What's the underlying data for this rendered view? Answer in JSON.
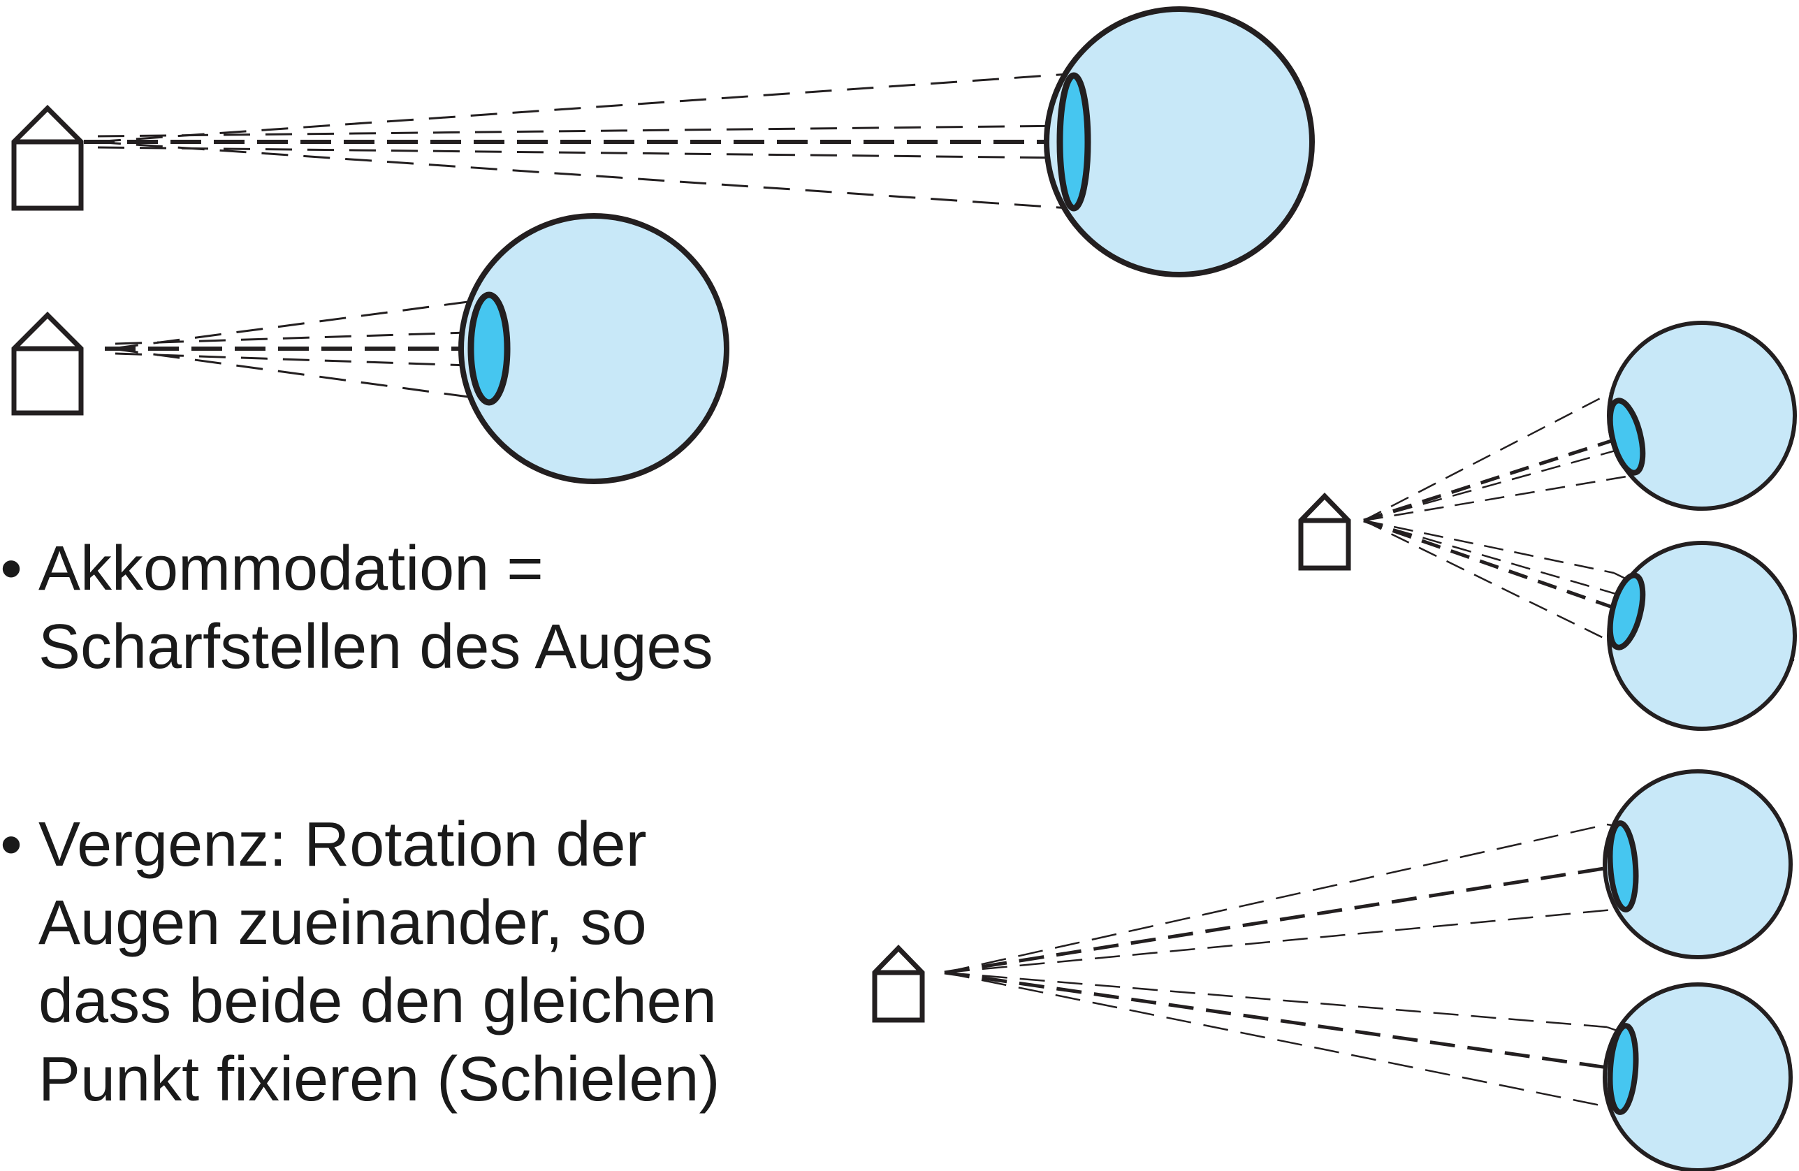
{
  "bullets": [
    {
      "marker": "•",
      "lines": [
        "Akkommodation =",
        "Scharfstellen des Auges"
      ]
    },
    {
      "marker": "•",
      "lines": [
        "Vergenz: Rotation der",
        "Augen zueinander, so",
        "dass beide den gleichen",
        "Punkt fixieren (Schielen)"
      ]
    }
  ],
  "colors": {
    "eyeball_fill": "#c8e8f8",
    "lens_fill": "#46c6f0",
    "stroke": "#231f20"
  },
  "icons": {
    "object": "house-icon",
    "eye": "eyeball-icon",
    "lens": "lens-icon"
  }
}
